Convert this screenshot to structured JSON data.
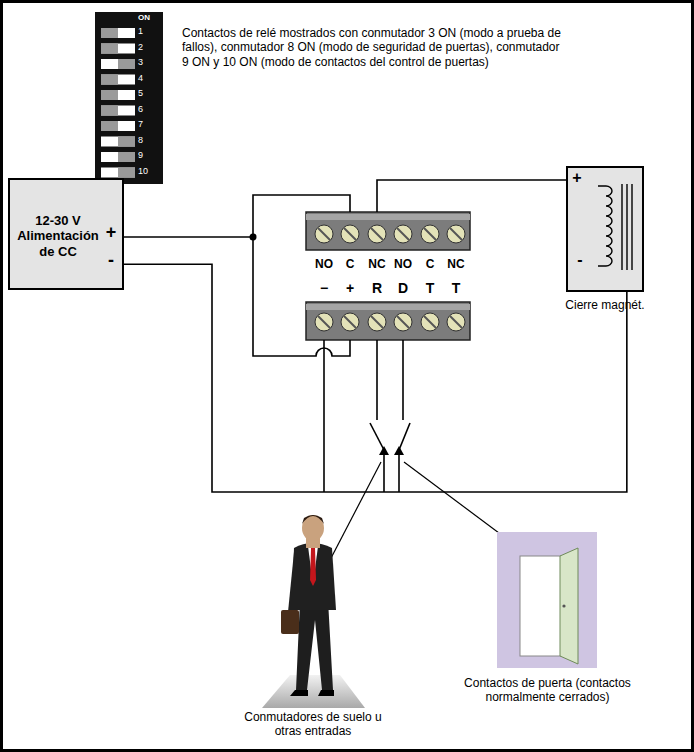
{
  "diagram": {
    "nodes": [
      {
        "text": [
          "12-30 V Alimentación de CC"
        ]
      },
      {
        "text": [
          "Cierre magnét."
        ]
      }
    ],
    "edges": [
      {
        "from": 0,
        "to": 1,
        "arrow": "none"
      }
    ],
    "labels": [
      "ON",
      "1",
      "2",
      "3",
      "4",
      "5",
      "6",
      "7",
      "8",
      "9",
      "10",
      "Contactos de relé mostrados con conmutador 3 ON (modo a prueba de fallos), conmutador 8 ON (modo de seguridad de puertas), conmutador 9 ON y 10 ON (modo de contactos del control de puertas)",
      "+",
      "-",
      "+",
      "-",
      "NO",
      "C",
      "NC",
      "NO",
      "C",
      "NC",
      "−",
      "+",
      "R",
      "D",
      "T",
      "T",
      "Conmutadores de suelo u otras entradas",
      "Contactos de puerta (contactos normalmente cerrados)"
    ]
  }
}
